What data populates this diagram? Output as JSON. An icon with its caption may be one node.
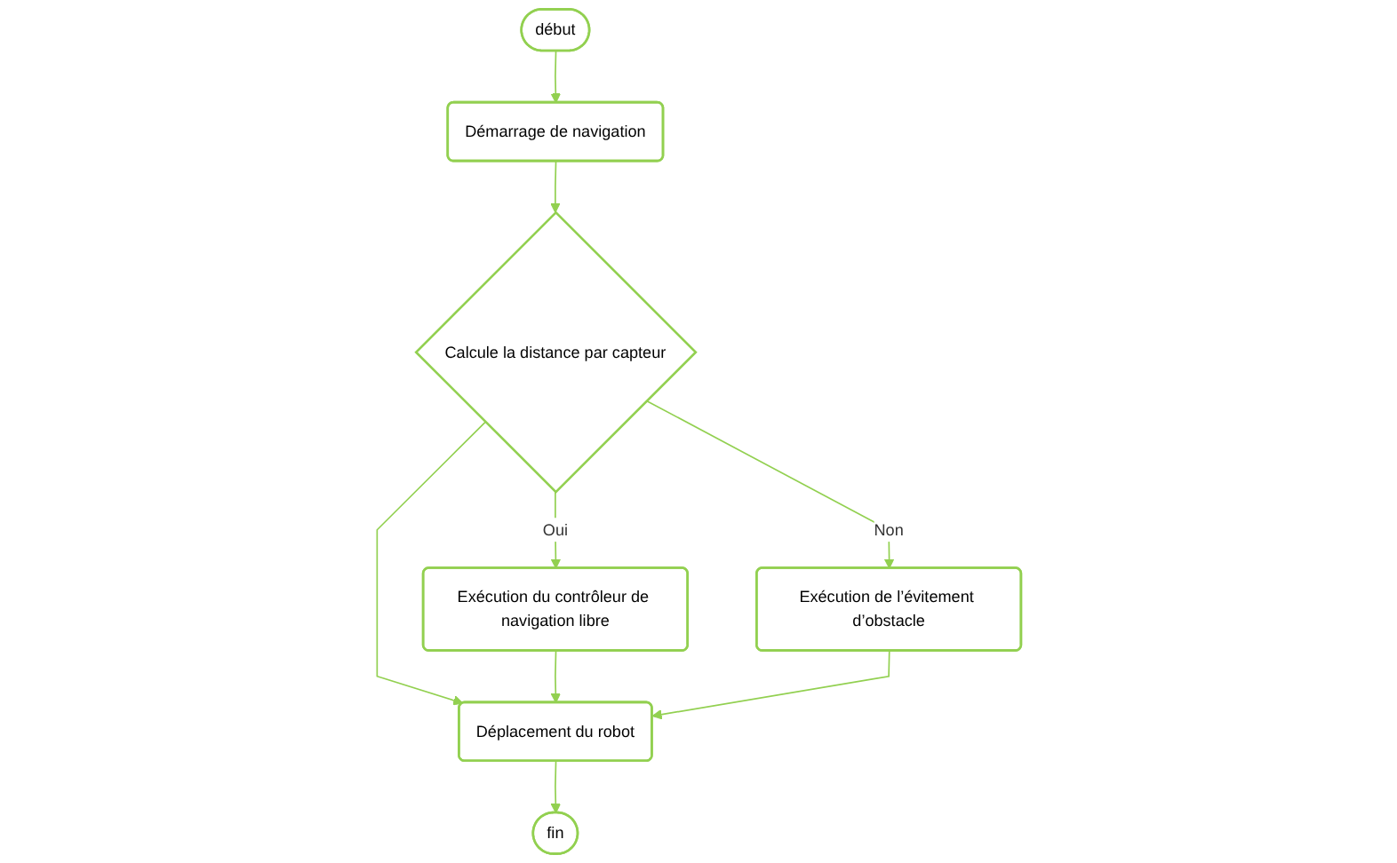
{
  "diagram": {
    "nodes": [
      {
        "text": [
          "début"
        ]
      },
      {
        "text": [
          "Démarrage de navigation"
        ]
      },
      {
        "text": [
          "Calcule la distance par capteur"
        ]
      },
      {
        "text": [
          "Exécution du contrôleur de navigation libre"
        ]
      },
      {
        "text": [
          "Exécution de l’évitement d’obstacle"
        ]
      },
      {
        "text": [
          "Déplacement du robot"
        ]
      },
      {
        "text": [
          "fin"
        ]
      }
    ],
    "edges": [
      {
        "from": 0,
        "to": 1,
        "arrow": "to"
      },
      {
        "from": 1,
        "to": 2,
        "arrow": "to"
      },
      {
        "from": 2,
        "to": 3,
        "label": "Oui",
        "arrow": "to"
      },
      {
        "from": 2,
        "to": 4,
        "label": "Non",
        "arrow": "to"
      },
      {
        "from": 2,
        "to": 5,
        "arrow": "to"
      },
      {
        "from": 3,
        "to": 5,
        "arrow": "to"
      },
      {
        "from": 4,
        "to": 5,
        "arrow": "to"
      },
      {
        "from": 5,
        "to": 6,
        "arrow": "to"
      }
    ]
  }
}
